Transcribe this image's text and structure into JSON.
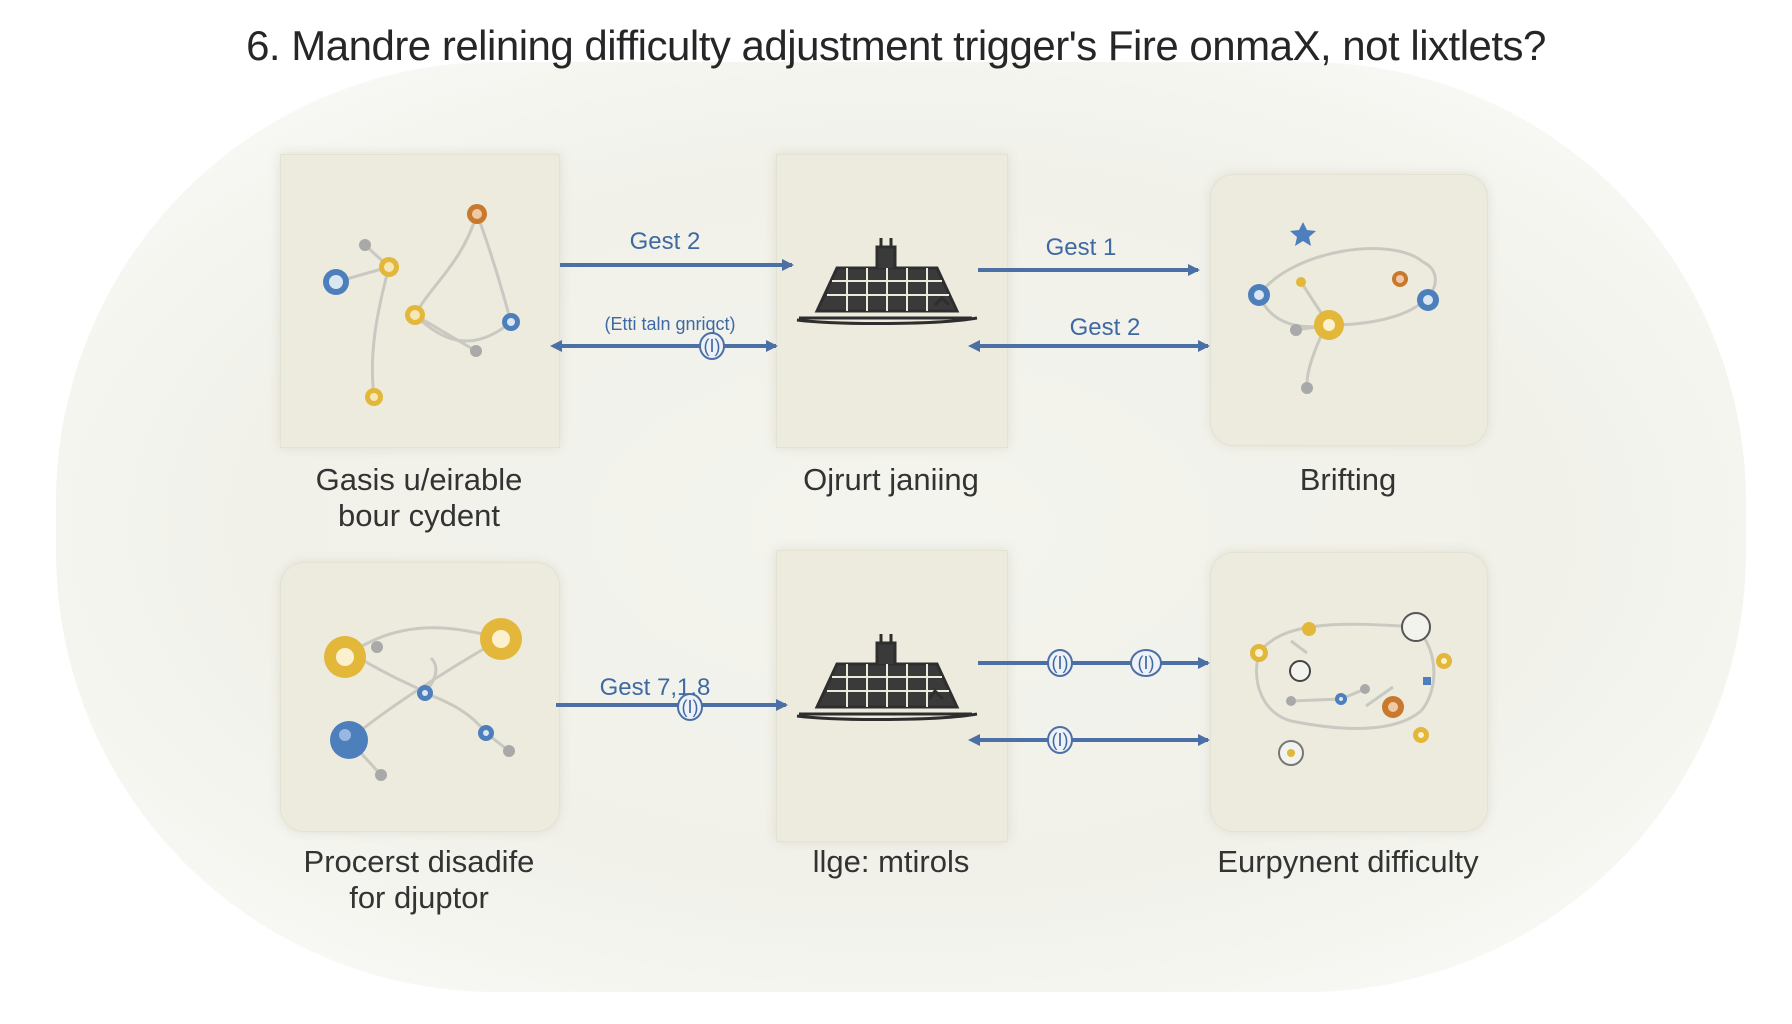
{
  "title": "6. Mandre relining difficulty adjustment trigger's Fire onmaX, not lixtlets?",
  "accent_color": "#4c6fa5",
  "node_colors": {
    "yellow": "#e2b73a",
    "blue": "#4d7fbc",
    "orange": "#c8792e",
    "gray": "#a9a9a9",
    "edge": "#c9c9c2"
  },
  "panels": [
    {
      "caption_line1": "Gasis u/eirable",
      "caption_line2": "bour cydent"
    },
    {
      "caption_line1": "Ojrurt janiing",
      "caption_line2": ""
    },
    {
      "caption_line1": "Brifting",
      "caption_line2": ""
    },
    {
      "caption_line1": "Procerst disadife",
      "caption_line2": "for djuptor"
    },
    {
      "caption_line1": "llge: mtirols",
      "caption_line2": ""
    },
    {
      "caption_line1": "Eurpynent difficulty",
      "caption_line2": ""
    }
  ],
  "arrows": {
    "a1_label": "Gest 2",
    "a2_label": "(Etti taln gnriqct)",
    "a2_node": "(I)",
    "a3_label": "Gest 1",
    "a4_label": "Gest 2",
    "a5_label": "Gest 7,1.8",
    "a5_node": "(I)",
    "a6_node1": "(I)",
    "a6_node2": "(I)",
    "a7_node": "(I)"
  },
  "icons": [
    "network-graph-icon",
    "ship-icon",
    "star-icon"
  ]
}
